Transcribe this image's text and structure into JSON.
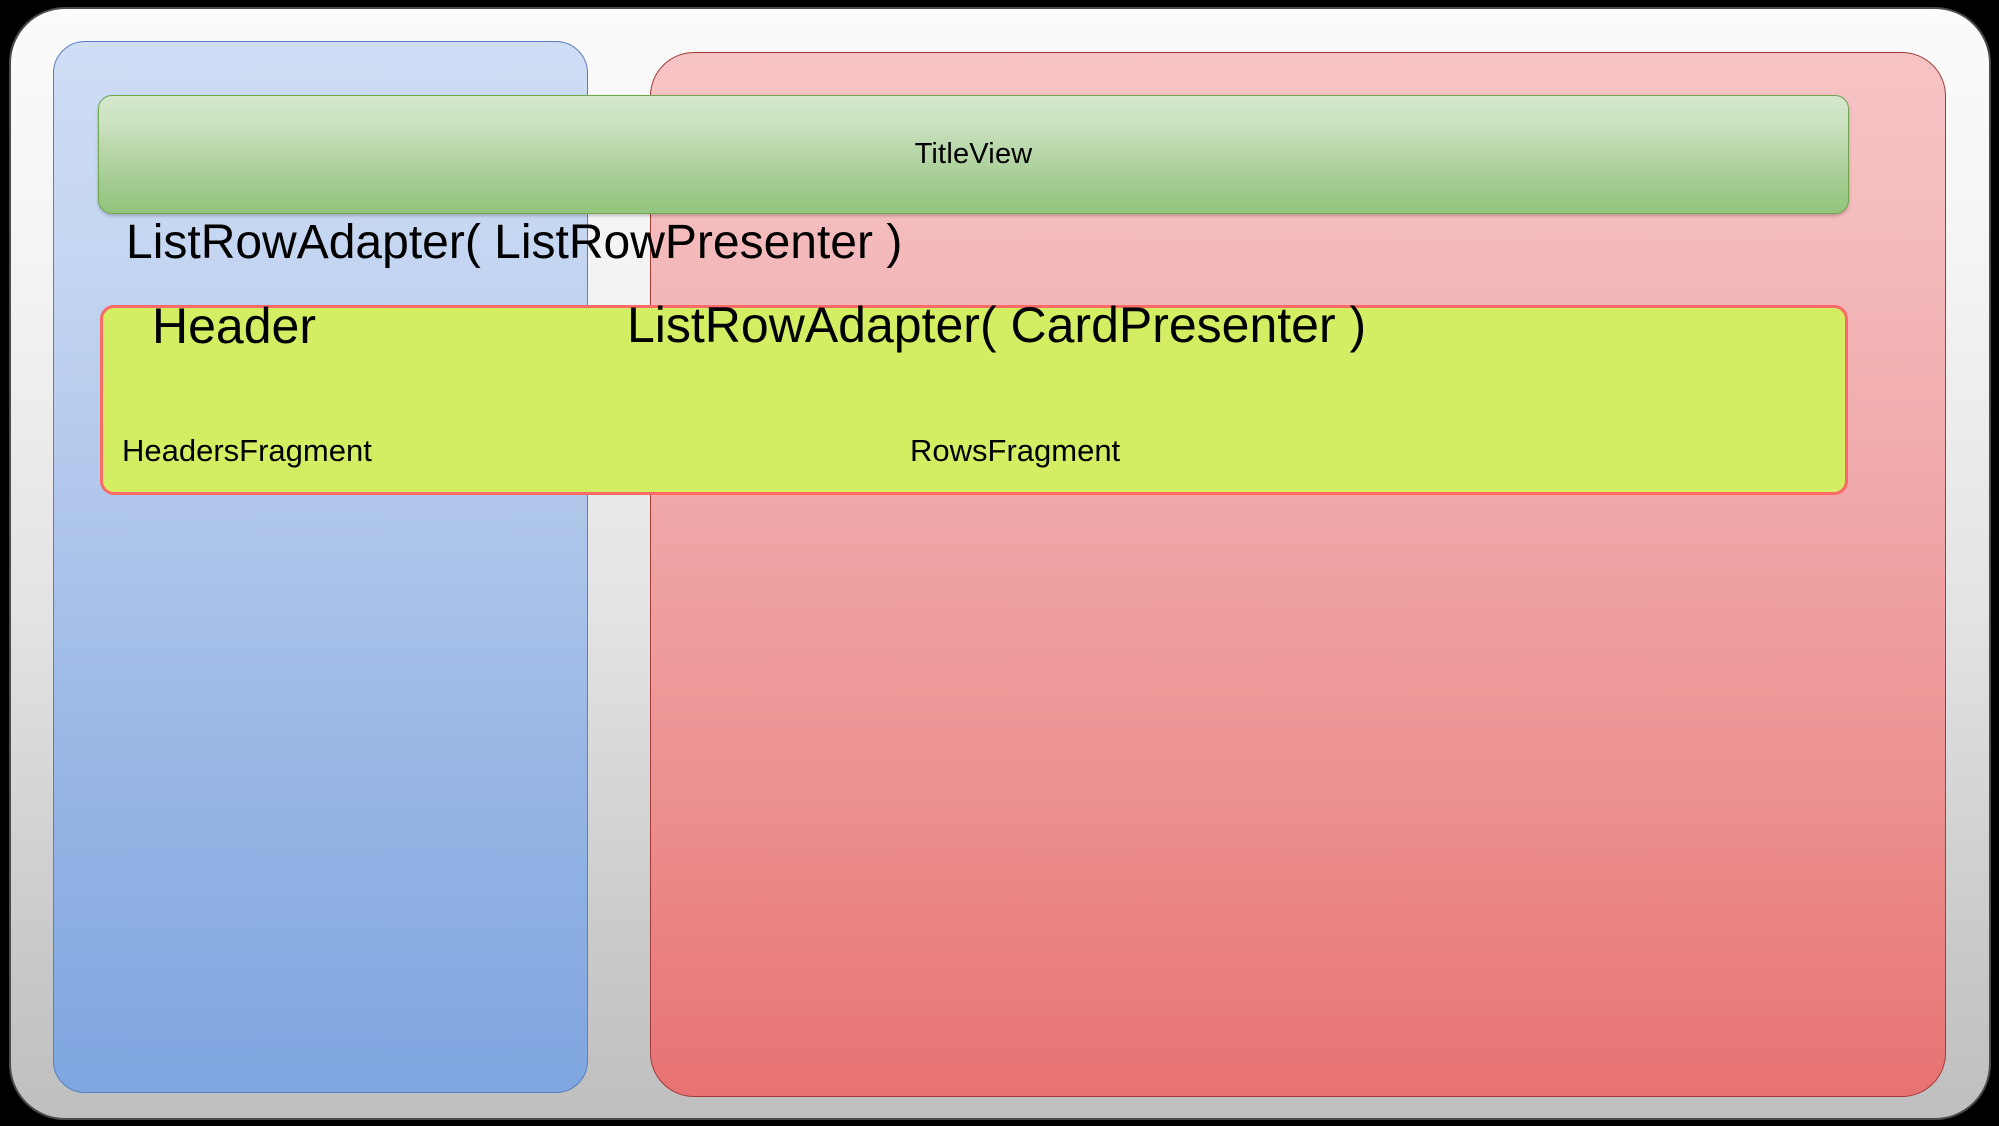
{
  "diagram": {
    "title": "Android Leanback BrowseFragment structure",
    "outer_container": {
      "name": "browse-fragment-shell"
    },
    "panels": [
      {
        "id": "headers-fragment",
        "label": "HeadersFragment",
        "color": "#a8c4ea",
        "border_color": "#5a7fbe"
      },
      {
        "id": "rows-fragment",
        "label": "RowsFragment",
        "color": "#f0a0a0",
        "border_color": "#a33a37"
      }
    ],
    "title_view": {
      "label": "TitleView",
      "color": "#aed196",
      "border_color": "#6fa64e"
    },
    "adapter_box": {
      "color": "#d3ee62",
      "border_color": "#fa6a66",
      "overlay_label": "ListRowAdapter( ListRowPresenter )",
      "left_label": "Header",
      "right_label": "ListRowAdapter( CardPresenter )"
    }
  }
}
